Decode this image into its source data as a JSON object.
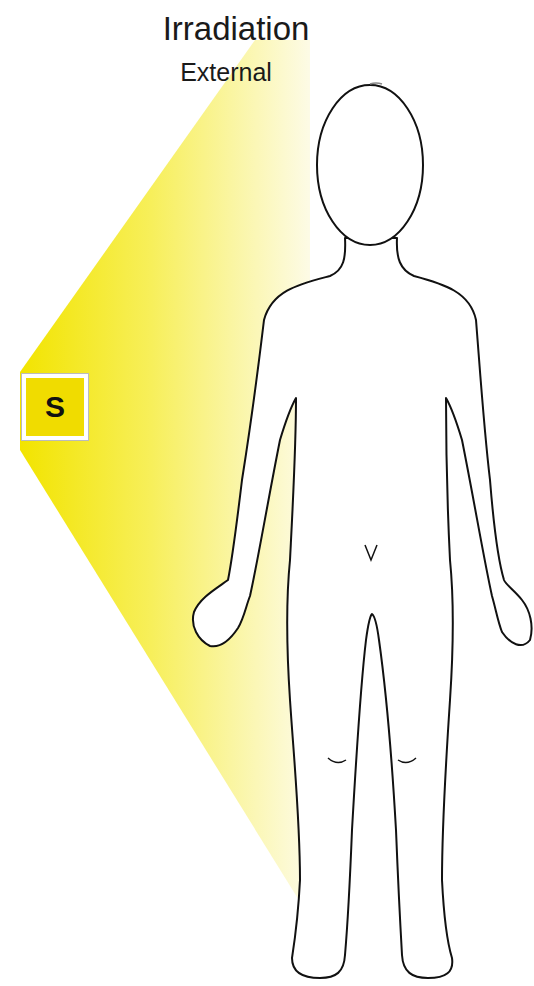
{
  "diagram": {
    "title": "Irradiation",
    "nodes": [
      {
        "text": [
          "S"
        ]
      }
    ],
    "labels": [
      "External"
    ]
  }
}
